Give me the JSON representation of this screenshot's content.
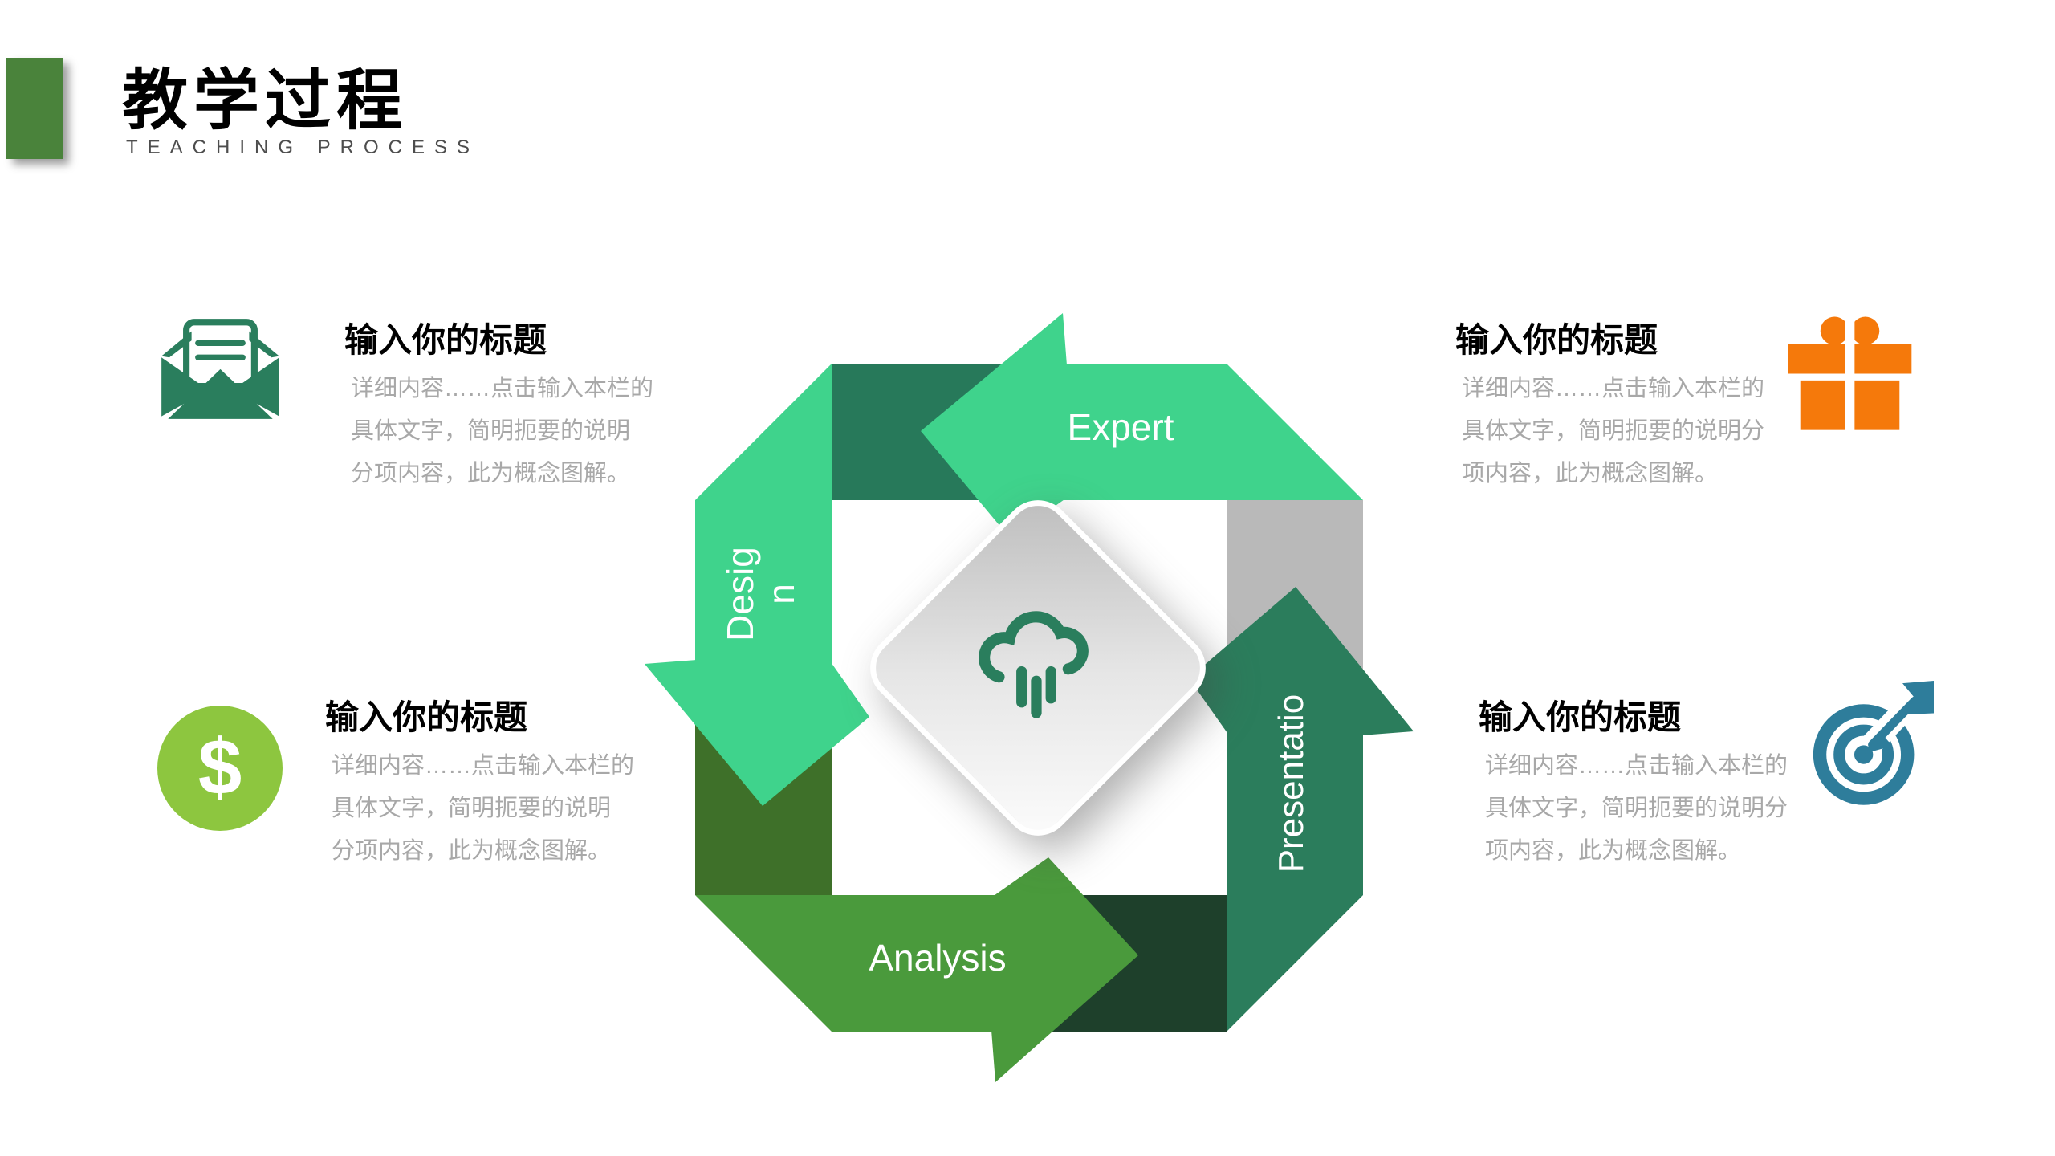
{
  "header": {
    "title_cn": "教学过程",
    "title_en": "TEACHING PROCESS",
    "accent_color": "#4a833b"
  },
  "blocks": {
    "top_left": {
      "icon": "envelope-icon",
      "title": "输入你的标题",
      "body_lines": [
        "详细内容……点击输入本栏的",
        "具体文字，简明扼要的说明",
        "分项内容，此为概念图解。"
      ]
    },
    "top_right": {
      "icon": "gift-icon",
      "title": "输入你的标题",
      "body_lines": [
        "详细内容……点击输入本栏的",
        "具体文字，简明扼要的说明分",
        "项内容，此为概念图解。"
      ]
    },
    "bottom_left": {
      "icon": "dollar-circle-icon",
      "title": "输入你的标题",
      "body_lines": [
        "详细内容……点击输入本栏的",
        "具体文字，简明扼要的说明",
        "分项内容，此为概念图解。"
      ]
    },
    "bottom_right": {
      "icon": "target-dart-icon",
      "title": "输入你的标题",
      "body_lines": [
        "详细内容……点击输入本栏的",
        "具体文字，简明扼要的说明分",
        "项内容，此为概念图解。"
      ]
    }
  },
  "diagram": {
    "type": "folded-arrow-cycle",
    "labels": {
      "top": "Expert",
      "left": "Desig\nn",
      "bottom": "Analysis",
      "right": "Presentatio"
    },
    "center_icon": "rain-cloud-icon",
    "colors": {
      "arrow_bright_green": "#3fd38c",
      "arrow_grass_green": "#4a9a3c",
      "arrow_teal": "#2b7d5c",
      "backside_gray": "#b9b9b9",
      "backside_dark_teal": "#27795a",
      "backside_olive": "#3e7029",
      "backside_dark_green": "#1e402b",
      "label_text": "#ffffff",
      "center_icon_color": "#2a7e5d"
    }
  },
  "icons": {
    "dollar_glyph": "$",
    "envelope_color": "#2a7e5d",
    "gift_color": "#f5790b",
    "dollar_bg": "#8dc63f",
    "target_color": "#2e7d9b"
  }
}
